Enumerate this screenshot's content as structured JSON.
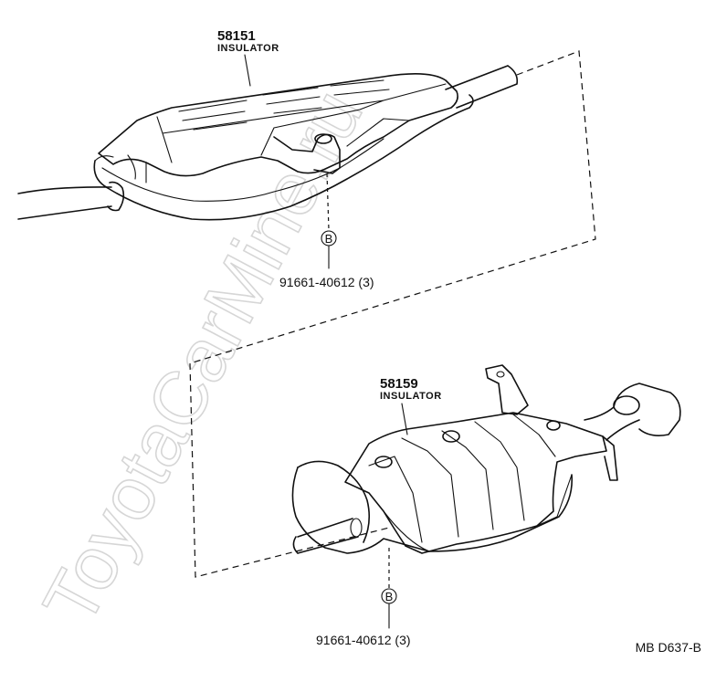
{
  "watermark": "ToyotaCarMine.ru",
  "upper_part": {
    "number": "58151",
    "name": "INSULATOR"
  },
  "upper_fastener": {
    "marker": "B",
    "part_number": "91661-40612 (3)"
  },
  "lower_part": {
    "number": "58159",
    "name": "INSULATOR"
  },
  "lower_fastener": {
    "marker": "B",
    "part_number": "91661-40612 (3)"
  },
  "diagram_code": "MB D637-B"
}
